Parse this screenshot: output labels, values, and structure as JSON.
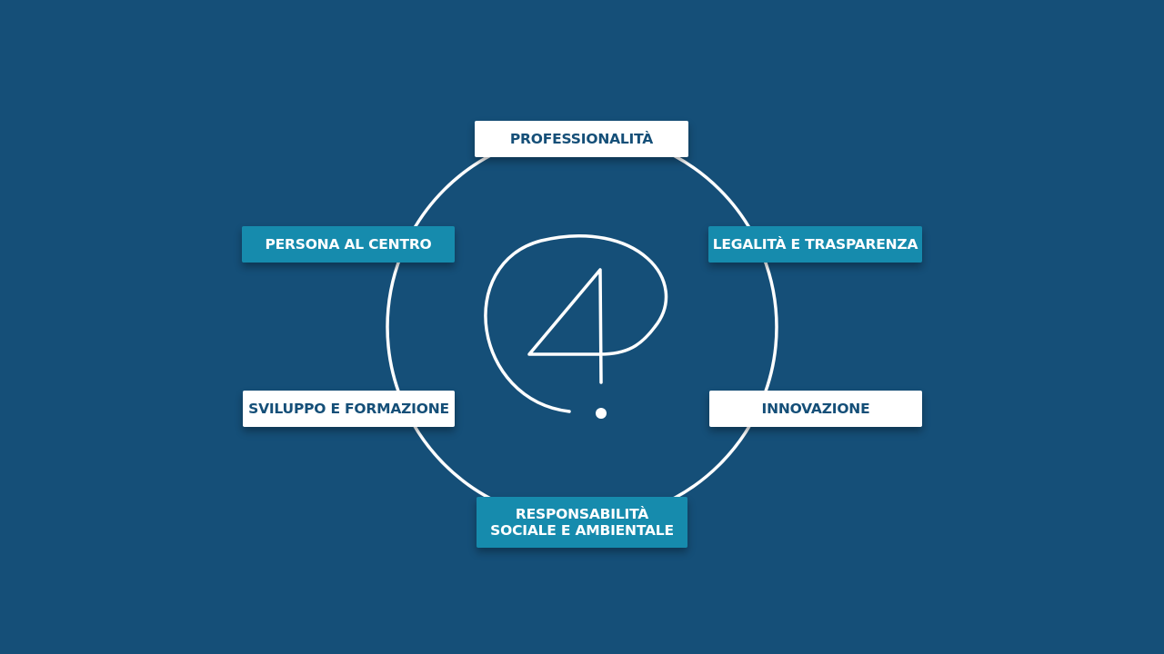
{
  "diagram": {
    "colors": {
      "background": "#154f78",
      "accent": "#168bad",
      "white": "#ffffff"
    },
    "logo": {
      "icon": "at-four-logo-icon"
    },
    "values": [
      {
        "key": "professionalita",
        "text": "PROFESSIONALITÀ",
        "style": "light"
      },
      {
        "key": "legalita",
        "text": "LEGALITÀ E TRASPARENZA",
        "style": "accent"
      },
      {
        "key": "innovazione",
        "text": "INNOVAZIONE",
        "style": "light"
      },
      {
        "key": "responsabilita",
        "text": "RESPONSABILITÀ\nSOCIALE E AMBIENTALE",
        "style": "accent"
      },
      {
        "key": "sviluppo",
        "text": "SVILUPPO E FORMAZIONE",
        "style": "light"
      },
      {
        "key": "persona",
        "text": "PERSONA AL CENTRO",
        "style": "accent"
      }
    ]
  }
}
